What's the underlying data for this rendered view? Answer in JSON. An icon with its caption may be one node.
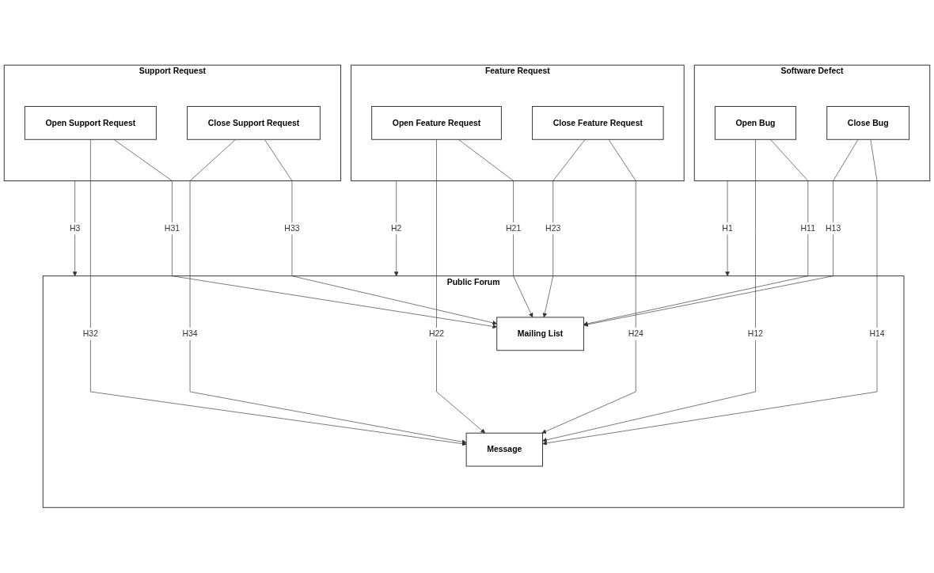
{
  "diagram": {
    "nodes": [
      {
        "text": [
          "Software Defect"
        ]
      },
      {
        "text": [
          "Open Bug"
        ],
        "in": 0
      },
      {
        "text": [
          "Close Bug"
        ],
        "in": 0
      },
      {
        "text": [
          "Feature Request"
        ]
      },
      {
        "text": [
          "Open Feature Request"
        ],
        "in": 3
      },
      {
        "text": [
          "Close Feature Request"
        ],
        "in": 3
      },
      {
        "text": [
          "Public Forum"
        ]
      },
      {
        "text": [
          "Mailing List"
        ],
        "in": 6
      },
      {
        "text": [
          "Message"
        ],
        "in": 6
      },
      {
        "text": [
          "Support Request"
        ]
      },
      {
        "text": [
          "Open Support Request"
        ],
        "in": 9
      },
      {
        "text": [
          "Close Support Request"
        ],
        "in": 9
      }
    ],
    "edges": [
      {
        "from": 1,
        "to": 7,
        "arrow": "to",
        "label": "H11"
      },
      {
        "from": 1,
        "to": 8,
        "arrow": "to",
        "label": "H12"
      },
      {
        "from": 2,
        "to": 8,
        "arrow": "to",
        "label": "H14"
      },
      {
        "from": 2,
        "to": 7,
        "arrow": "to",
        "label": "H13"
      },
      {
        "from": 0,
        "to": 6,
        "arrow": "to",
        "label": "H1"
      },
      {
        "from": 3,
        "to": 6,
        "arrow": "to",
        "label": "H2"
      },
      {
        "from": 4,
        "to": 7,
        "arrow": "to",
        "label": "H21"
      },
      {
        "from": 4,
        "to": 8,
        "arrow": "to",
        "label": "H22"
      },
      {
        "from": 5,
        "to": 8,
        "arrow": "to",
        "label": "H24"
      },
      {
        "from": 5,
        "to": 7,
        "arrow": "to",
        "label": "H23"
      },
      {
        "from": 10,
        "to": 7,
        "arrow": "to",
        "label": "H31"
      },
      {
        "from": 9,
        "to": 6,
        "arrow": "to",
        "label": "H3"
      },
      {
        "from": 10,
        "to": 8,
        "arrow": "to",
        "label": "H32"
      },
      {
        "from": 11,
        "to": 7,
        "arrow": "to",
        "label": "H33"
      },
      {
        "from": 11,
        "to": 8,
        "arrow": "to",
        "label": "H34"
      }
    ]
  }
}
